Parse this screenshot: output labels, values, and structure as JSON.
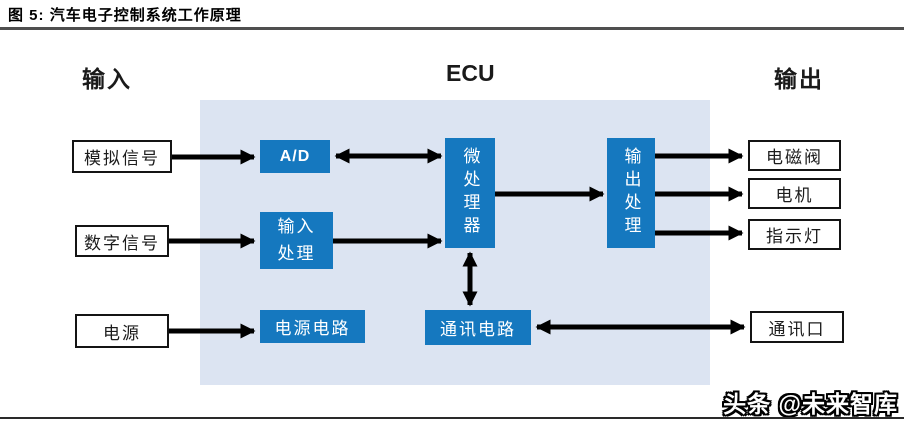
{
  "header": {
    "figure_label": "图 5:",
    "title": "汽车电子控制系统工作原理"
  },
  "columns": {
    "input": "输入",
    "ecu": "ECU",
    "output": "输出"
  },
  "diagram": {
    "input_boxes": [
      {
        "label": "模拟信号"
      },
      {
        "label": "数字信号"
      },
      {
        "label": "电源"
      }
    ],
    "ecu_boxes": {
      "ad": "A/D",
      "input_processing": "输入处理",
      "microprocessor": "微处理器",
      "output_processing": "输出处理",
      "power_circuit": "电源电路",
      "comm_circuit": "通讯电路"
    },
    "output_boxes": [
      {
        "label": "电磁阀"
      },
      {
        "label": "电机"
      },
      {
        "label": "指示灯"
      },
      {
        "label": "通讯口"
      }
    ],
    "edges": [
      {
        "from": "模拟信号",
        "to": "A/D",
        "direction": "one-way"
      },
      {
        "from": "A/D",
        "to": "微处理器",
        "direction": "two-way"
      },
      {
        "from": "数字信号",
        "to": "输入处理",
        "direction": "one-way"
      },
      {
        "from": "输入处理",
        "to": "微处理器",
        "direction": "one-way"
      },
      {
        "from": "电源",
        "to": "电源电路",
        "direction": "one-way"
      },
      {
        "from": "微处理器",
        "to": "输出处理",
        "direction": "one-way"
      },
      {
        "from": "微处理器",
        "to": "通讯电路",
        "direction": "two-way"
      },
      {
        "from": "通讯电路",
        "to": "通讯口",
        "direction": "two-way"
      },
      {
        "from": "输出处理",
        "to": "电磁阀",
        "direction": "one-way"
      },
      {
        "from": "输出处理",
        "to": "电机",
        "direction": "one-way"
      },
      {
        "from": "输出处理",
        "to": "指示灯",
        "direction": "one-way"
      }
    ]
  },
  "watermark": "头条 @未来智库",
  "colors": {
    "box_blue": "#1578bf",
    "ecu_background": "#dce4f2",
    "arrow": "#000000",
    "rule": "#4f4f4f"
  }
}
